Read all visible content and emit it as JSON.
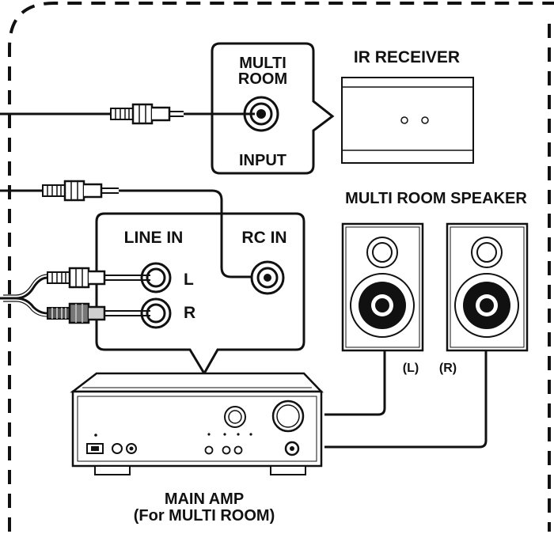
{
  "colors": {
    "ink": "#111111",
    "paper": "#ffffff",
    "plug_gray": "#cfcfcf",
    "plug_dark": "#555555"
  },
  "multi_room_box": {
    "title_line1": "MULTI",
    "title_line2": "ROOM",
    "input_label": "INPUT"
  },
  "ir_receiver": {
    "label": "IR RECEIVER"
  },
  "speaker_section": {
    "title": "MULTI ROOM SPEAKER",
    "left_label": "(L)",
    "right_label": "(R)"
  },
  "jack_panel": {
    "line_in_label": "LINE IN",
    "rc_in_label": "RC IN",
    "left_channel": "L",
    "right_channel": "R"
  },
  "main_amp": {
    "label_line1": "MAIN AMP",
    "label_line2": "(For MULTI ROOM)"
  },
  "icons": [
    "rca-plug-icon",
    "rca-jack-icon",
    "speaker-icon",
    "amplifier-icon",
    "ir-receiver-icon"
  ]
}
